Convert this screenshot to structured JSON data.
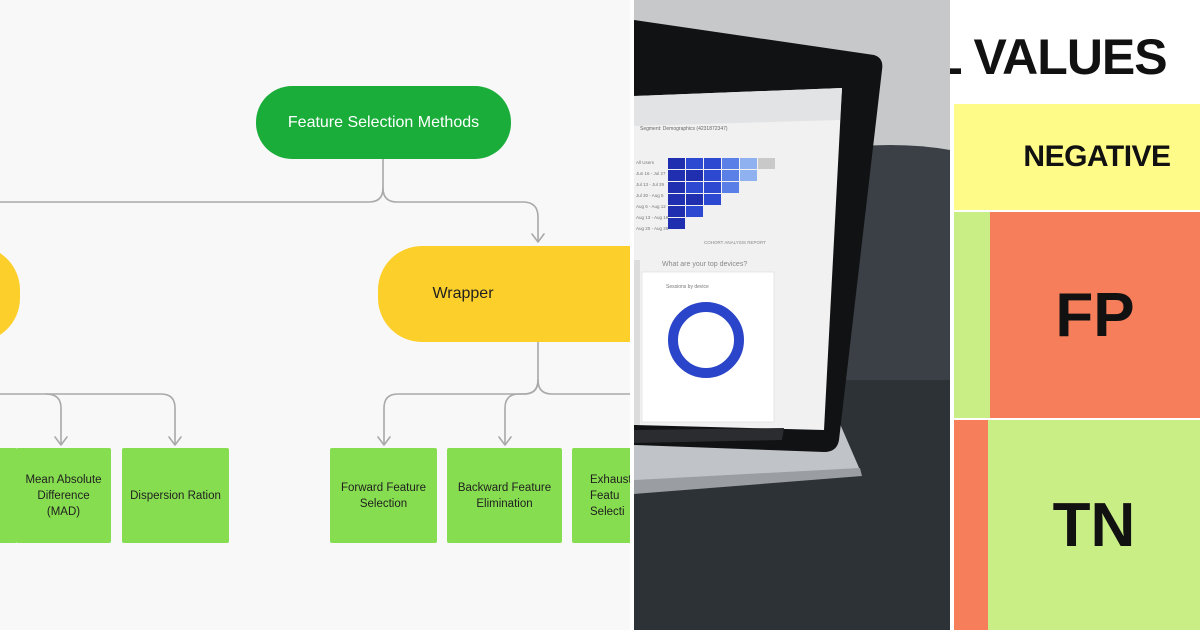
{
  "diagram": {
    "root_label": "Feature Selection Methods",
    "wrapper_label": "Wrapper",
    "leaves": [
      {
        "label": "Mean Absolute Difference (MAD)"
      },
      {
        "label": "Dispersion Ration"
      },
      {
        "label": "Forward Feature Selection"
      },
      {
        "label": "Backward Feature Elimination"
      },
      {
        "label": "Exhaust Featu Selecti"
      }
    ],
    "colors": {
      "root": "#1aad3a",
      "category": "#fdcf2b",
      "leaf": "#86dd4f",
      "edge": "#a9a9a9"
    }
  },
  "laptop_screen": {
    "question": "What are your top devices?",
    "card_title": "Sessions by device",
    "report_link": "COHORT ANALYSIS REPORT",
    "row_labels": [
      "All Users",
      "Jun 16 - Jul 27",
      "Jul 13 - Jul 29",
      "Jul 30 - Aug 5",
      "Aug 6 - Aug 12",
      "Aug 13 - Aug 19",
      "Aug 20 - Aug 26"
    ],
    "header_text": "Segment: Demographics (4231872347)",
    "donut_color": "#2a45c9",
    "heat_colors": [
      "#1f2fb0",
      "#2d49d1",
      "#5a7fe6",
      "#8fb1f0",
      "#c9c9c9"
    ]
  },
  "confusion_matrix": {
    "title": "L VALUES",
    "column_header": "NEGATIVE",
    "cells": {
      "fp": "FP",
      "tn": "TN"
    },
    "colors": {
      "header": "#fffb88",
      "red": "#f77e5a",
      "green": "#c9ee86"
    }
  }
}
